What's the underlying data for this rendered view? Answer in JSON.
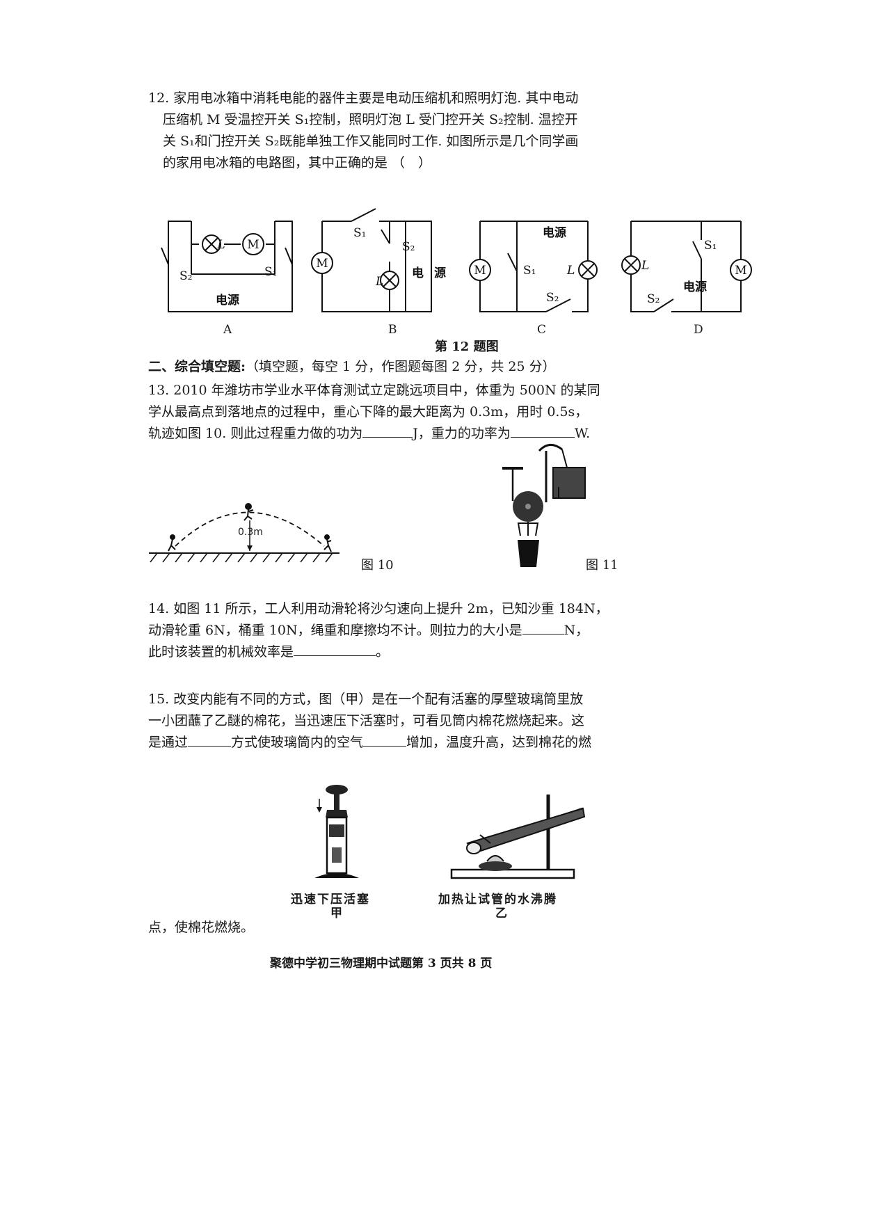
{
  "q12": {
    "line1": "12. 家用电冰箱中消耗电能的器件主要是电动压缩机和照明灯泡. 其中电动",
    "line2": "压缩机 M 受温控开关 S₁控制，照明灯泡 L 受门控开关 S₂控制. 温控开",
    "line3": "关 S₁和门控开关 S₂既能单独工作又能同时工作. 如图所示是几个同学画",
    "line4": "的家用电冰箱的电路图，其中正确的是 （　）",
    "labels": {
      "L": "L",
      "M": "M",
      "S1": "S₁",
      "S2": "S₂",
      "power": "电源",
      "power_a": "电",
      "power_b": "源"
    },
    "options": [
      "A",
      "B",
      "C",
      "D"
    ],
    "caption": "第 12 题图"
  },
  "section2": {
    "title": "二、综合填空题:",
    "note": "（填空题，每空 1 分，作图题每图 2 分，共 25 分）"
  },
  "q13": {
    "line1": "13. 2010 年潍坊市学业水平体育测试立定跳远项目中，体重为 500N 的某同",
    "line2": "学从最高点到落地点的过程中，重心下降的最大距离为 0.3m，用时 0.5s，",
    "line3a": "轨迹如图 10. 则此过程重力做的功为",
    "line3b": "J，重力的功率为",
    "line3c": "W.",
    "fig10_height": "0.3m",
    "fig10_caption": "图 10",
    "fig11_caption": "图 11"
  },
  "q14": {
    "line1": "14. 如图 11 所示，工人利用动滑轮将沙匀速向上提升 2m，已知沙重 184N，",
    "line2a": "动滑轮重 6N，桶重 10N，绳重和摩擦均不计。则拉力的大小是",
    "line2b": "N，",
    "line3a": "此时该装置的机械效率是",
    "line3b": "。"
  },
  "q15": {
    "line1": "15. 改变内能有不同的方式，图（甲）是在一个配有活塞的厚壁玻璃筒里放",
    "line2": "一小团蘸了乙醚的棉花，当迅速压下活塞时，可看见筒内棉花燃烧起来。这",
    "line3a": "是通过",
    "line3b": "方式使玻璃筒内的空气",
    "line3c": "增加，温度升高，达到棉花的燃",
    "line4": "点，使棉花燃烧。",
    "figA_caption": "迅速下压活塞",
    "figA_label": "甲",
    "figB_caption": "加热让试管的水沸腾",
    "figB_label": "乙"
  },
  "footer": "聚德中学初三物理期中试题第 3 页共 8 页"
}
